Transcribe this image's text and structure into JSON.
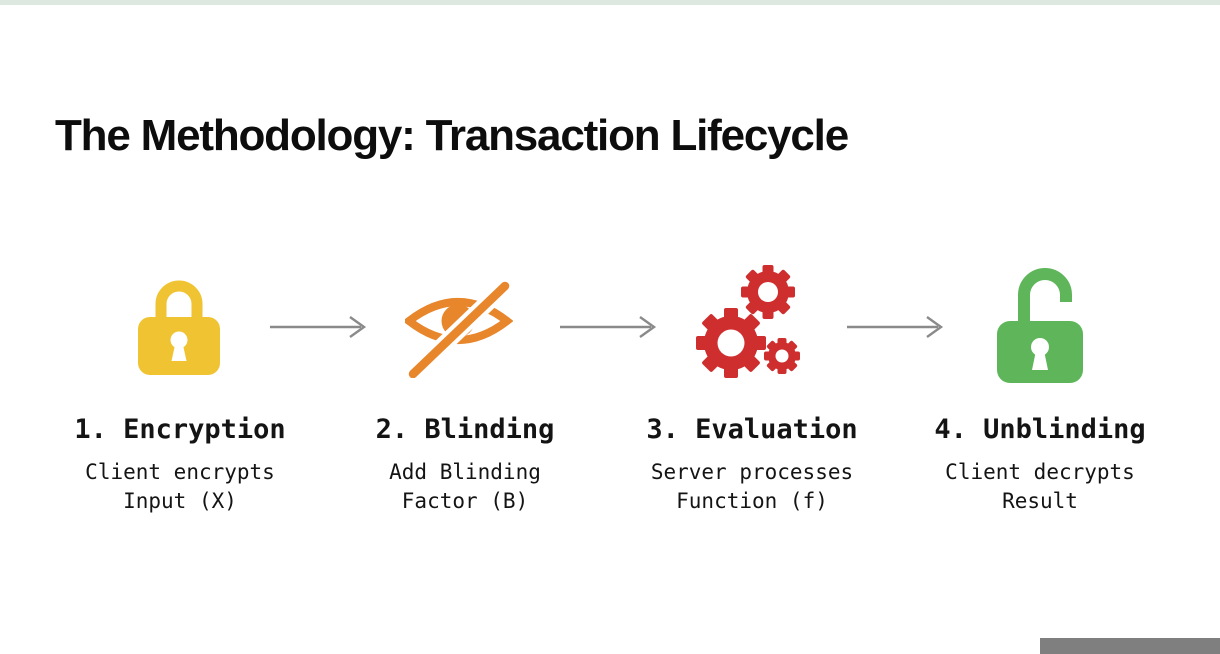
{
  "slide": {
    "title": "The Methodology: Transaction Lifecycle"
  },
  "colors": {
    "top_strip": "#dde8e0",
    "background": "#ffffff",
    "arrow": "#8a8a8a",
    "bottom_right_bar": "#7f7f7f"
  },
  "steps": [
    {
      "label": "1. Encryption",
      "desc_line1": "Client encrypts",
      "desc_line2": "Input (X)",
      "icon": "closed-padlock-icon",
      "icon_color": "#efc331"
    },
    {
      "label": "2. Blinding",
      "desc_line1": "Add Blinding",
      "desc_line2": "Factor (B)",
      "icon": "eye-slash-icon",
      "icon_color": "#e8862b"
    },
    {
      "label": "3. Evaluation",
      "desc_line1": "Server processes",
      "desc_line2": "Function (f)",
      "icon": "gears-icon",
      "icon_color": "#ce2e2e"
    },
    {
      "label": "4. Unblinding",
      "desc_line1": "Client decrypts",
      "desc_line2": "Result",
      "icon": "open-padlock-icon",
      "icon_color": "#5fb65a"
    }
  ]
}
